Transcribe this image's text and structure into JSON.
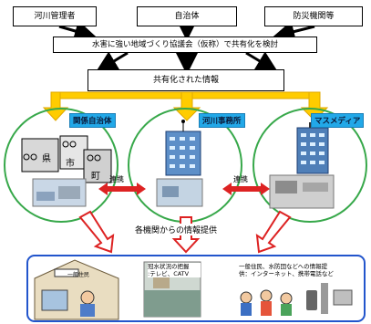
{
  "top_boxes": [
    "河川管理者",
    "自治体",
    "防災機関等"
  ],
  "council": "水害に強い地域づくり協議会（仮称）で共有化を検討",
  "shared_info": "共有化された情報",
  "circle_tags": [
    "関係自治体",
    "河川事務所",
    "マスメディア"
  ],
  "city_labels": [
    "県",
    "市",
    "町"
  ],
  "link_labels": [
    "連携",
    "連携"
  ],
  "provision_label": "各機関からの情報提供",
  "panel": {
    "resident_sign": "一般住民",
    "media_note": "冠水状況の把握\n:テレビ、CATV",
    "info_note": "一般住民、水防団などへの情報提\n供：インターネット、携帯電話など"
  },
  "colors": {
    "yellow_arrow": "#ffcc00",
    "red_arrow": "#dd2222",
    "circle_stroke": "#37a84a",
    "tag_fill": "#22a8e8",
    "panel_stroke": "#2255cc"
  }
}
